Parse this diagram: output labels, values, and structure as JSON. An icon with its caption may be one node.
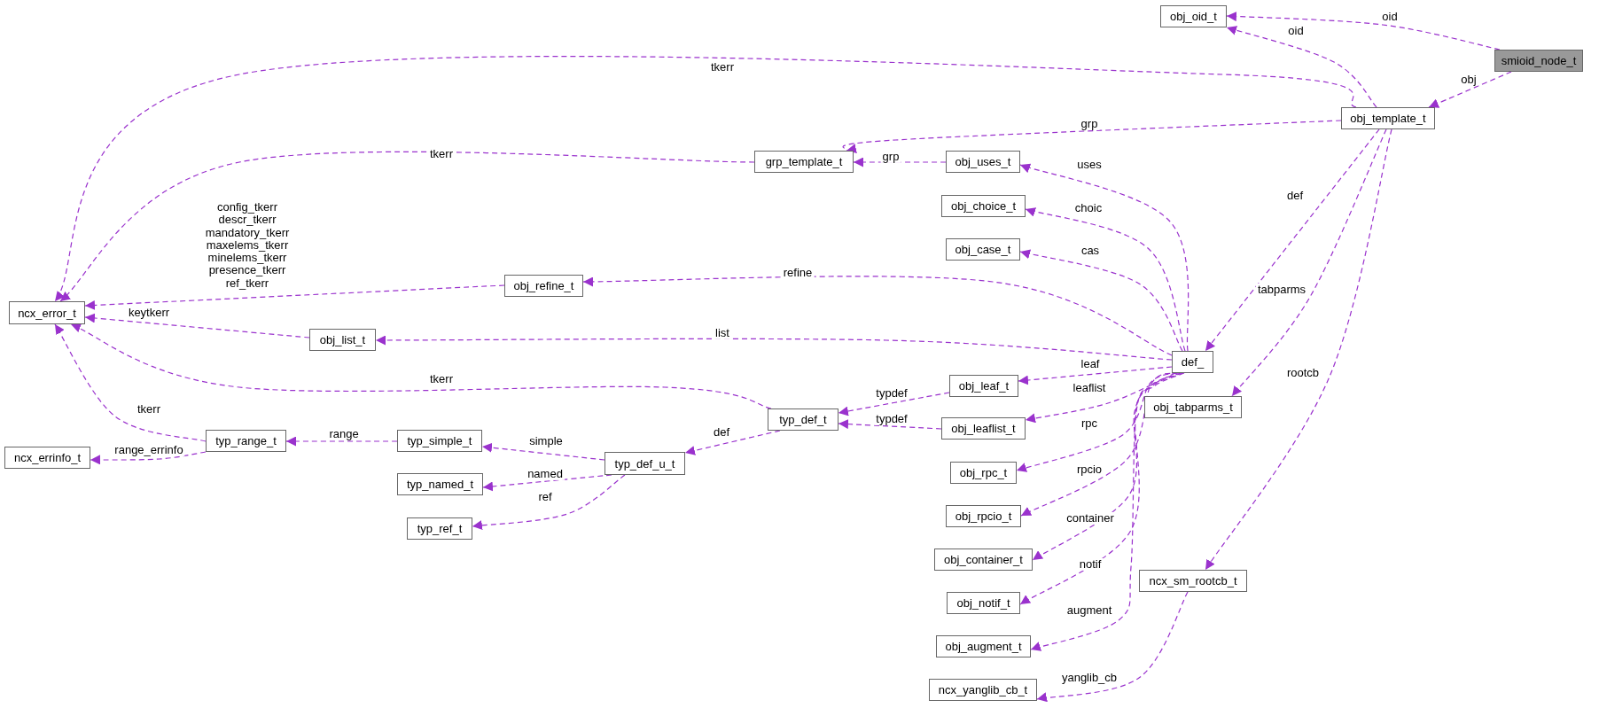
{
  "diagram": {
    "nodes": [
      {
        "text": [
          "obj_oid_t"
        ]
      },
      {
        "text": [
          "smioid_node_t"
        ]
      },
      {
        "text": [
          "obj_template_t"
        ]
      },
      {
        "text": [
          "grp_template_t"
        ]
      },
      {
        "text": [
          "obj_uses_t"
        ]
      },
      {
        "text": [
          "obj_choice_t"
        ]
      },
      {
        "text": [
          "obj_case_t"
        ]
      },
      {
        "text": [
          "obj_refine_t"
        ]
      },
      {
        "text": [
          "ncx_error_t"
        ]
      },
      {
        "text": [
          "obj_list_t"
        ]
      },
      {
        "text": [
          "def_"
        ]
      },
      {
        "text": [
          "obj_leaf_t"
        ]
      },
      {
        "text": [
          "obj_tabparms_t"
        ]
      },
      {
        "text": [
          "typ_def_t"
        ]
      },
      {
        "text": [
          "obj_leaflist_t"
        ]
      },
      {
        "text": [
          "typ_range_t"
        ]
      },
      {
        "text": [
          "typ_simple_t"
        ]
      },
      {
        "text": [
          "ncx_errinfo_t"
        ]
      },
      {
        "text": [
          "typ_def_u_t"
        ]
      },
      {
        "text": [
          "obj_rpc_t"
        ]
      },
      {
        "text": [
          "typ_named_t"
        ]
      },
      {
        "text": [
          "obj_rpcio_t"
        ]
      },
      {
        "text": [
          "typ_ref_t"
        ]
      },
      {
        "text": [
          "obj_container_t"
        ]
      },
      {
        "text": [
          "ncx_sm_rootcb_t"
        ]
      },
      {
        "text": [
          "obj_notif_t"
        ]
      },
      {
        "text": [
          "obj_augment_t"
        ]
      },
      {
        "text": [
          "ncx_yanglib_cb_t"
        ]
      }
    ],
    "edges": [
      {
        "from": 1,
        "to": 0,
        "arrow": "to",
        "label": "oid"
      },
      {
        "from": 1,
        "to": 2,
        "arrow": "to",
        "label": "obj"
      },
      {
        "from": 2,
        "to": 0,
        "arrow": "to",
        "label": "oid"
      },
      {
        "from": 2,
        "to": 8,
        "arrow": "to",
        "label": "tkerr"
      },
      {
        "from": 2,
        "to": 3,
        "arrow": "to",
        "label": "grp"
      },
      {
        "from": 2,
        "to": 10,
        "arrow": "to",
        "label": "def"
      },
      {
        "from": 2,
        "to": 12,
        "arrow": "to",
        "label": "tabparms"
      },
      {
        "from": 2,
        "to": 24,
        "arrow": "to",
        "label": "rootcb"
      },
      {
        "from": 3,
        "to": 8,
        "arrow": "to",
        "label": "tkerr"
      },
      {
        "from": 4,
        "to": 3,
        "arrow": "to",
        "label": "grp"
      },
      {
        "from": 10,
        "to": 4,
        "arrow": "to",
        "label": "uses"
      },
      {
        "from": 10,
        "to": 5,
        "arrow": "to",
        "label": "choic"
      },
      {
        "from": 10,
        "to": 6,
        "arrow": "to",
        "label": "cas"
      },
      {
        "from": 10,
        "to": 7,
        "arrow": "to",
        "label": "refine"
      },
      {
        "from": 10,
        "to": 9,
        "arrow": "to",
        "label": "list"
      },
      {
        "from": 7,
        "to": 8,
        "arrow": "to",
        "label": "config_tkerr descr_tkerr mandatory_tkerr maxelems_tkerr minelems_tkerr presence_tkerr ref_tkerr"
      },
      {
        "from": 9,
        "to": 8,
        "arrow": "to",
        "label": "keytkerr"
      },
      {
        "from": 13,
        "to": 8,
        "arrow": "to",
        "label": "tkerr"
      },
      {
        "from": 10,
        "to": 11,
        "arrow": "to",
        "label": "leaf"
      },
      {
        "from": 10,
        "to": 14,
        "arrow": "to",
        "label": "leaflist"
      },
      {
        "from": 11,
        "to": 13,
        "arrow": "to",
        "label": "typdef"
      },
      {
        "from": 14,
        "to": 13,
        "arrow": "to",
        "label": "typdef"
      },
      {
        "from": 10,
        "to": 19,
        "arrow": "to",
        "label": "rpc"
      },
      {
        "from": 10,
        "to": 21,
        "arrow": "to",
        "label": "rpcio"
      },
      {
        "from": 10,
        "to": 23,
        "arrow": "to",
        "label": "container"
      },
      {
        "from": 10,
        "to": 25,
        "arrow": "to",
        "label": "notif"
      },
      {
        "from": 10,
        "to": 26,
        "arrow": "to",
        "label": "augment"
      },
      {
        "from": 24,
        "to": 27,
        "arrow": "to",
        "label": "yanglib_cb"
      },
      {
        "from": 13,
        "to": 18,
        "arrow": "to",
        "label": "def"
      },
      {
        "from": 18,
        "to": 16,
        "arrow": "to",
        "label": "simple"
      },
      {
        "from": 18,
        "to": 20,
        "arrow": "to",
        "label": "named"
      },
      {
        "from": 18,
        "to": 22,
        "arrow": "to",
        "label": "ref"
      },
      {
        "from": 16,
        "to": 15,
        "arrow": "to",
        "label": "range"
      },
      {
        "from": 15,
        "to": 8,
        "arrow": "to",
        "label": "tkerr"
      },
      {
        "from": 15,
        "to": 17,
        "arrow": "to",
        "label": "range_errinfo"
      }
    ]
  }
}
